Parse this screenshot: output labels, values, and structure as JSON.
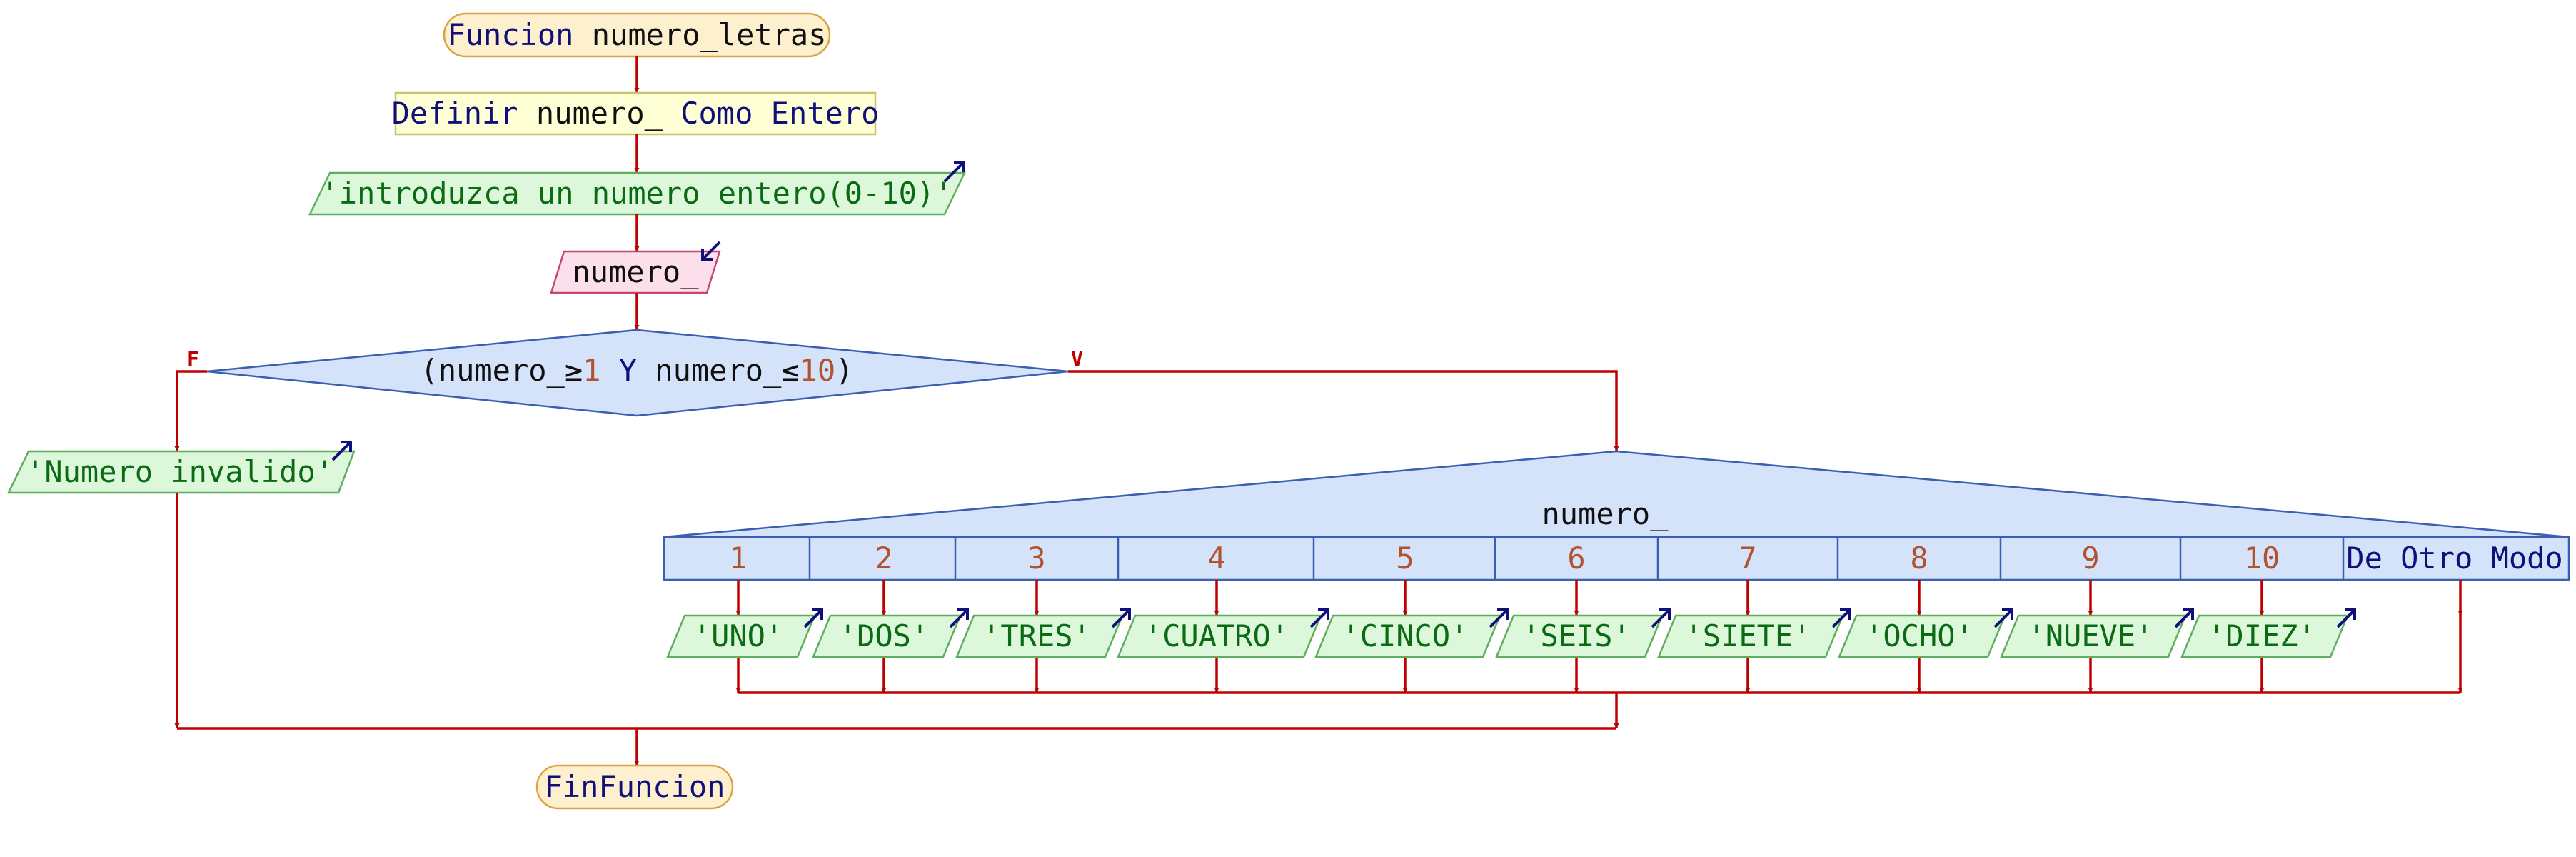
{
  "function_start": {
    "keyword": "Funcion",
    "name": "numero_letras"
  },
  "definir": {
    "kw1": "Definir",
    "var": "numero_",
    "kw2": "Como",
    "type": "Entero"
  },
  "prompt_output": "'introduzca un numero entero(0-10)'",
  "read_input": "numero_",
  "condition": {
    "open": "(numero_≥",
    "n1": "1",
    "and": "Y",
    "mid": "numero_≤",
    "n2": "10",
    "close": ")",
    "false_label": "F",
    "true_label": "V"
  },
  "invalid_output": "'Numero invalido'",
  "switch": {
    "variable": "numero_",
    "cases": [
      {
        "value": "1",
        "output": "'UNO'"
      },
      {
        "value": "2",
        "output": "'DOS'"
      },
      {
        "value": "3",
        "output": "'TRES'"
      },
      {
        "value": "4",
        "output": "'CUATRO'"
      },
      {
        "value": "5",
        "output": "'CINCO'"
      },
      {
        "value": "6",
        "output": "'SEIS'"
      },
      {
        "value": "7",
        "output": "'SIETE'"
      },
      {
        "value": "8",
        "output": "'OCHO'"
      },
      {
        "value": "9",
        "output": "'NUEVE'"
      },
      {
        "value": "10",
        "output": "'DIEZ'"
      }
    ],
    "default_label": "De Otro Modo"
  },
  "function_end": "FinFuncion",
  "colors": {
    "flow": "#c00000",
    "terminal_fill": "#fdf0cf",
    "terminal_stroke": "#d9a441",
    "define_fill": "#ffffd6",
    "define_stroke": "#c9c26a",
    "output_fill": "#dcf7da",
    "output_stroke": "#5fae5f",
    "input_fill": "#fbe0ec",
    "input_stroke": "#c7467a",
    "decision_fill": "#d4e2fa",
    "decision_stroke": "#3b5fb0",
    "keyword": "#10107a",
    "string": "#0b6b14",
    "number": "#b0532e"
  }
}
